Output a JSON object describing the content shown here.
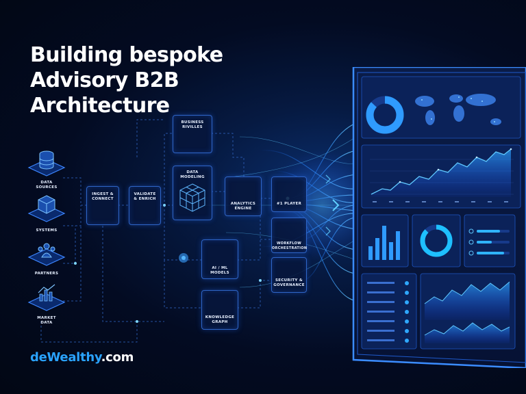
{
  "title": {
    "line1": "Building bespoke",
    "line2": "Advisory B2B",
    "line3": "Architecture"
  },
  "sources": [
    {
      "id": "data-sources",
      "label_l1": "DATA",
      "label_l2": "SOURCES",
      "icon": "database-icon"
    },
    {
      "id": "systems",
      "label_l1": "SYSTEMS",
      "label_l2": "",
      "icon": "cube-icon"
    },
    {
      "id": "partners",
      "label_l1": "PARTNERS",
      "label_l2": "",
      "icon": "people-icon"
    },
    {
      "id": "market-data",
      "label_l1": "MARKET",
      "label_l2": "DATA",
      "icon": "chart-icon"
    }
  ],
  "nodes": {
    "ingest": {
      "l1": "INGEST &",
      "l2": "CONNECT"
    },
    "validate": {
      "l1": "VALIDATE",
      "l2": "& ENRICH"
    },
    "business": {
      "l1": "BUSINESS",
      "l2": "RIVILLES"
    },
    "modeling": {
      "l1": "DATA",
      "l2": "MODELING"
    },
    "analytics": {
      "l1": "ANALYTICS",
      "l2": "ENGINE"
    },
    "ai": {
      "l1": "AI / ML",
      "l2": "MODELS"
    },
    "knowledge": {
      "l1": "KNOWLEDGE",
      "l2": "GRAPH"
    },
    "player": {
      "l1": "#1 PLAYER",
      "l2": ""
    },
    "workflow": {
      "l1": "WORKFLOW",
      "l2": "ORCHESTRATION"
    },
    "security": {
      "l1": "SECURITY &",
      "l2": "GOVERNANCE"
    }
  },
  "brand": {
    "part1": "deWealthy",
    "part2": ".com"
  },
  "colors": {
    "accent": "#2aa3ff",
    "cyan": "#00c8ff",
    "glow": "#3a7bff",
    "background": "#020817"
  }
}
